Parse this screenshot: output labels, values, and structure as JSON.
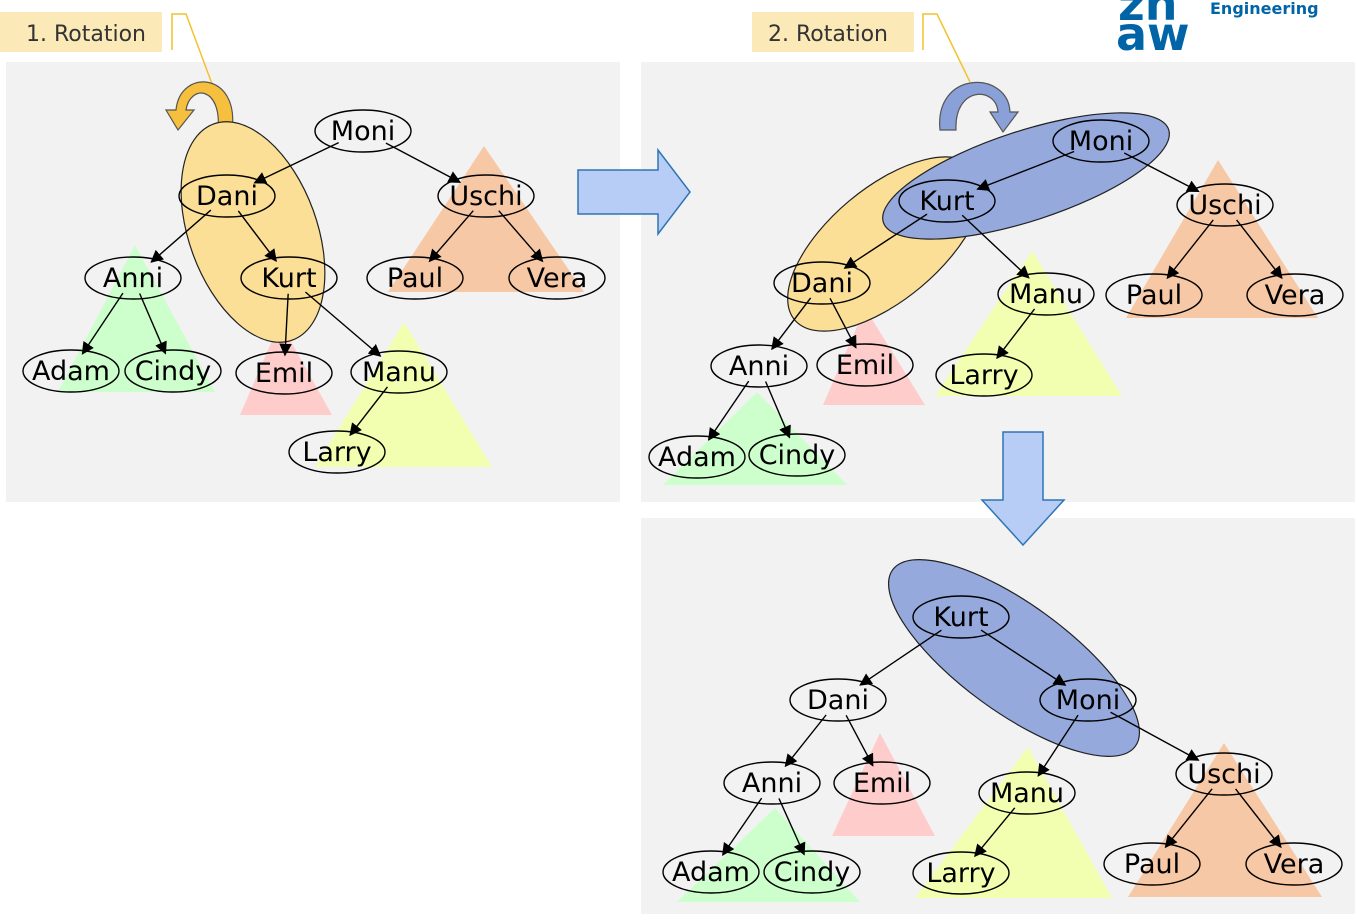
{
  "labels": {
    "rotation1": "1. Rotation",
    "rotation2": "2. Rotation"
  },
  "logo": {
    "mark_top": "zh",
    "mark_bottom": "aw",
    "text": "Engineering",
    "color": "#0064a6"
  },
  "colors": {
    "panel": "#f2f2f2",
    "label_bg": "#fbe9b7",
    "callout_line": "#f2c230",
    "green": "#ccffcc",
    "red": "#ffcccc",
    "yellow": "#f3ffb0",
    "orange": "#f7c8a6",
    "yellow_ellipse": "#fbdf97",
    "blue_ellipse": "#95a9dc",
    "blue_arrow_fill": "#b7cdf5",
    "blue_arrow_stroke": "#2e75b6",
    "node_fill": "#ffffff"
  },
  "diagrams": [
    {
      "id": "before",
      "nodes": [
        {
          "id": "moni",
          "label": "Moni"
        },
        {
          "id": "dani",
          "label": "Dani"
        },
        {
          "id": "uschi",
          "label": "Uschi"
        },
        {
          "id": "anni",
          "label": "Anni"
        },
        {
          "id": "kurt",
          "label": "Kurt"
        },
        {
          "id": "paul",
          "label": "Paul"
        },
        {
          "id": "vera",
          "label": "Vera"
        },
        {
          "id": "adam",
          "label": "Adam"
        },
        {
          "id": "cindy",
          "label": "Cindy"
        },
        {
          "id": "emil",
          "label": "Emil"
        },
        {
          "id": "manu",
          "label": "Manu"
        },
        {
          "id": "larry",
          "label": "Larry"
        }
      ],
      "edges": [
        [
          "moni",
          "dani"
        ],
        [
          "moni",
          "uschi"
        ],
        [
          "dani",
          "anni"
        ],
        [
          "dani",
          "kurt"
        ],
        [
          "uschi",
          "paul"
        ],
        [
          "uschi",
          "vera"
        ],
        [
          "anni",
          "adam"
        ],
        [
          "anni",
          "cindy"
        ],
        [
          "kurt",
          "emil"
        ],
        [
          "kurt",
          "manu"
        ],
        [
          "manu",
          "larry"
        ]
      ]
    },
    {
      "id": "after-first-rotation",
      "nodes": [
        {
          "id": "moni",
          "label": "Moni"
        },
        {
          "id": "kurt",
          "label": "Kurt"
        },
        {
          "id": "uschi",
          "label": "Uschi"
        },
        {
          "id": "dani",
          "label": "Dani"
        },
        {
          "id": "manu",
          "label": "Manu"
        },
        {
          "id": "paul",
          "label": "Paul"
        },
        {
          "id": "vera",
          "label": "Vera"
        },
        {
          "id": "anni",
          "label": "Anni"
        },
        {
          "id": "emil",
          "label": "Emil"
        },
        {
          "id": "larry",
          "label": "Larry"
        },
        {
          "id": "adam",
          "label": "Adam"
        },
        {
          "id": "cindy",
          "label": "Cindy"
        }
      ],
      "edges": [
        [
          "moni",
          "kurt"
        ],
        [
          "moni",
          "uschi"
        ],
        [
          "kurt",
          "dani"
        ],
        [
          "kurt",
          "manu"
        ],
        [
          "uschi",
          "paul"
        ],
        [
          "uschi",
          "vera"
        ],
        [
          "dani",
          "anni"
        ],
        [
          "dani",
          "emil"
        ],
        [
          "manu",
          "larry"
        ],
        [
          "anni",
          "adam"
        ],
        [
          "anni",
          "cindy"
        ]
      ]
    },
    {
      "id": "after-second-rotation",
      "nodes": [
        {
          "id": "kurt",
          "label": "Kurt"
        },
        {
          "id": "dani",
          "label": "Dani"
        },
        {
          "id": "moni",
          "label": "Moni"
        },
        {
          "id": "anni",
          "label": "Anni"
        },
        {
          "id": "emil",
          "label": "Emil"
        },
        {
          "id": "manu",
          "label": "Manu"
        },
        {
          "id": "uschi",
          "label": "Uschi"
        },
        {
          "id": "adam",
          "label": "Adam"
        },
        {
          "id": "cindy",
          "label": "Cindy"
        },
        {
          "id": "larry",
          "label": "Larry"
        },
        {
          "id": "paul",
          "label": "Paul"
        },
        {
          "id": "vera",
          "label": "Vera"
        }
      ],
      "edges": [
        [
          "kurt",
          "dani"
        ],
        [
          "kurt",
          "moni"
        ],
        [
          "dani",
          "anni"
        ],
        [
          "dani",
          "emil"
        ],
        [
          "moni",
          "manu"
        ],
        [
          "moni",
          "uschi"
        ],
        [
          "anni",
          "adam"
        ],
        [
          "anni",
          "cindy"
        ],
        [
          "manu",
          "larry"
        ],
        [
          "uschi",
          "paul"
        ],
        [
          "uschi",
          "vera"
        ]
      ]
    }
  ]
}
